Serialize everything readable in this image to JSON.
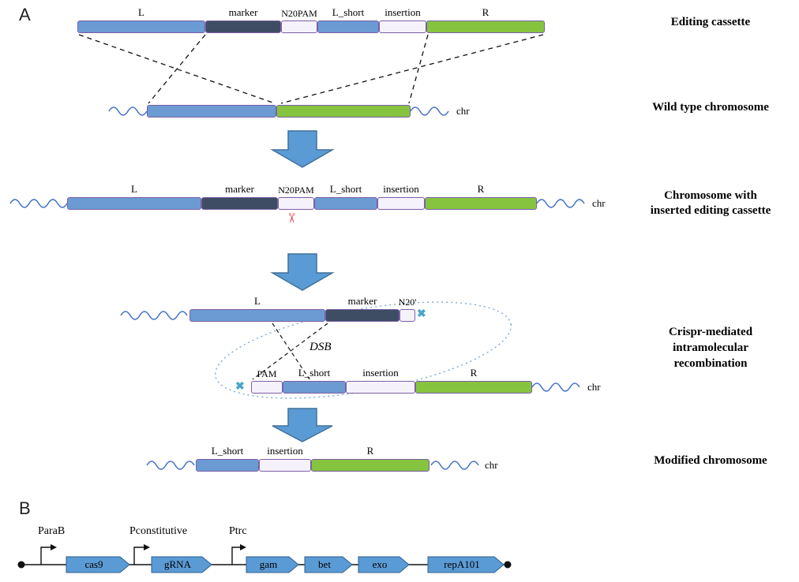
{
  "shared": {
    "chr": "chr"
  },
  "icons": {
    "cross": "✖",
    "scissors": "✂"
  },
  "colors": {
    "segment_blue": "#6b9bd2",
    "segment_dark": "#3e4d63",
    "segment_light": "#f6f2fb",
    "segment_green": "#86c440",
    "arrow_blue": "#5b9bd5",
    "wave_blue": "#4472c4",
    "cross_blue": "#4aa6c8",
    "border_purple": "#7b5ea7"
  },
  "panel_a": {
    "label": "A",
    "editing_cassette": {
      "caption": "Editing cassette",
      "segments": [
        "L",
        "marker",
        "N20PAM",
        "L_short",
        "insertion",
        "R"
      ]
    },
    "wild_type": {
      "caption": "Wild type chromosome"
    },
    "inserted": {
      "caption_line1": "Chromosome with",
      "caption_line2": "inserted editing cassette",
      "segments": [
        "L",
        "marker",
        "N20PAM",
        "L_short",
        "insertion",
        "R"
      ]
    },
    "recombination": {
      "caption_line1": "Crispr-mediated",
      "caption_line2": "intramolecular",
      "caption_line3": "recombination",
      "top_segments": [
        "L",
        "marker",
        "N20'"
      ],
      "bottom_segments": [
        "PAM",
        "L_short",
        "insertion",
        "R"
      ],
      "dsb_label": "DSB"
    },
    "modified": {
      "caption": "Modified chromosome",
      "segments": [
        "L_short",
        "insertion",
        "R"
      ]
    }
  },
  "panel_b": {
    "label": "B",
    "promoters": [
      "ParaB",
      "Pconstitutive",
      "Ptrc"
    ],
    "genes": [
      "cas9",
      "gRNA",
      "gam",
      "bet",
      "exo",
      "repA101"
    ]
  }
}
